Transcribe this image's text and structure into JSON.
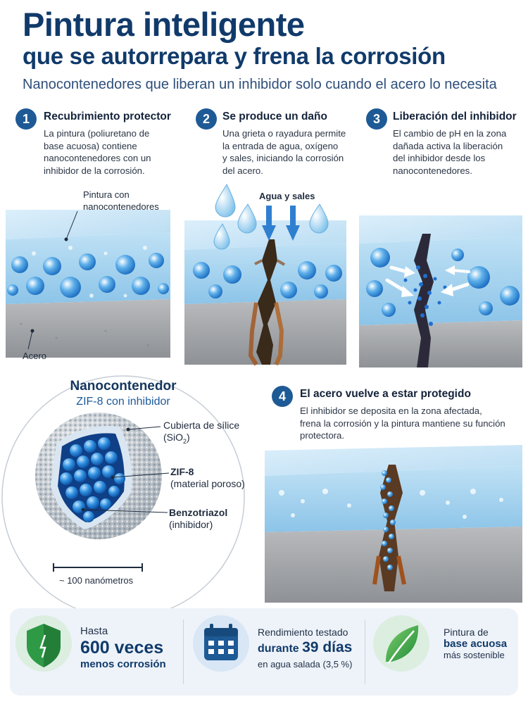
{
  "header": {
    "title": "Pintura inteligente",
    "subtitle": "que se autorrepara y frena la corrosión",
    "tagline": "Nanocontenedores que liberan un inhibidor solo cuando el acero lo necesita"
  },
  "steps": [
    {
      "number": "1",
      "title": "Recubrimiento protector",
      "lines": [
        "La pintura (poliuretano de",
        "base acuosa) contiene",
        "nanocontenedores con un",
        "inhibidor de la corrosión."
      ]
    },
    {
      "number": "2",
      "title": "Se produce un daño",
      "lines": [
        "Una grieta o rayadura permite",
        "la entrada de agua, oxígeno",
        "y sales, iniciando la corrosión",
        "del acero."
      ]
    },
    {
      "number": "3",
      "title": "Liberación del inhibidor",
      "lines": [
        "El cambio de pH en la zona",
        "dañada activa la liberación",
        "del inhibidor desde los",
        "nanocontenedores."
      ]
    },
    {
      "number": "4",
      "title": "El acero vuelve a estar protegido",
      "lines": [
        "El inhibidor se deposita en la zona afectada,",
        "frena la corrosión y la pintura mantiene su función",
        "protectora."
      ]
    }
  ],
  "labels": {
    "paint_line1": "Pintura con",
    "paint_line2": "nanocontenedores",
    "steel": "Acero",
    "water": "Agua y sales"
  },
  "nanocontainer": {
    "title": "Nanocontenedor",
    "subtitle": "ZIF-8 con inhibidor",
    "shell_line1": "Cubierta de sílice",
    "shell_formula": "(SiO",
    "shell_sub": "2",
    "shell_close": ")",
    "zif_line1": "ZIF-8",
    "zif_line2": "(material poroso)",
    "bta_line1": "Benzotriazol",
    "bta_line2": "(inhibidor)",
    "scale": "~ 100 nanómetros"
  },
  "footer": {
    "item1": {
      "line1": "Hasta",
      "big": "600 veces",
      "line3": "menos corrosión"
    },
    "item2": {
      "line1": "Rendimiento testado",
      "line2_a": "durante ",
      "line2_b": "39 días",
      "line3": "en agua salada (3,5 %)"
    },
    "item3": {
      "line1": "Pintura de",
      "line2": "base acuosa",
      "line3": "más sostenible"
    }
  },
  "colors": {
    "navy": "#103a6a",
    "badge": "#1e5a95",
    "paint": "#a9d4ef",
    "steel": "#a4a7ab",
    "rust": "#8a4a1a",
    "green": "#2e9a45"
  }
}
